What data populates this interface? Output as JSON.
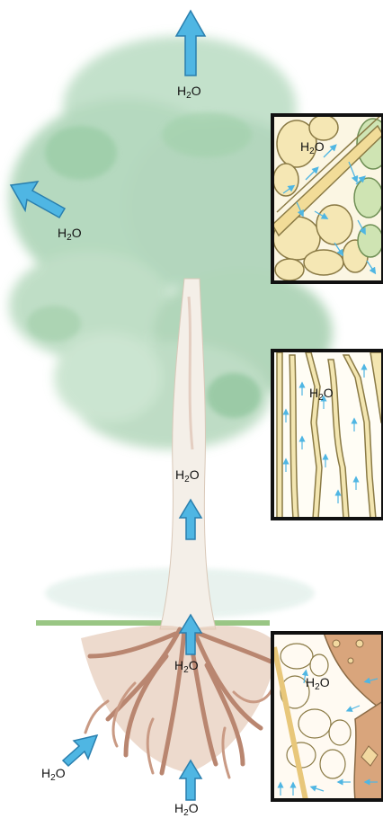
{
  "labels": {
    "h2o_sym": "H",
    "h2o_sub": "2",
    "h2o_end": "O"
  },
  "colors": {
    "arrow": "#4fb6e3",
    "arrow_stroke": "#2a7fae",
    "foliage": "#a9d3b4",
    "trunk": "#f2ece3",
    "root": "#b98670",
    "soil": "#d9b7a0",
    "grass": "#7fb865",
    "xylem": "#f3e6b1",
    "frame": "#111111"
  },
  "icons": {
    "water_arrow": "water-flow-arrow-icon",
    "flow_arrow": "small-flow-arrow-icon"
  }
}
